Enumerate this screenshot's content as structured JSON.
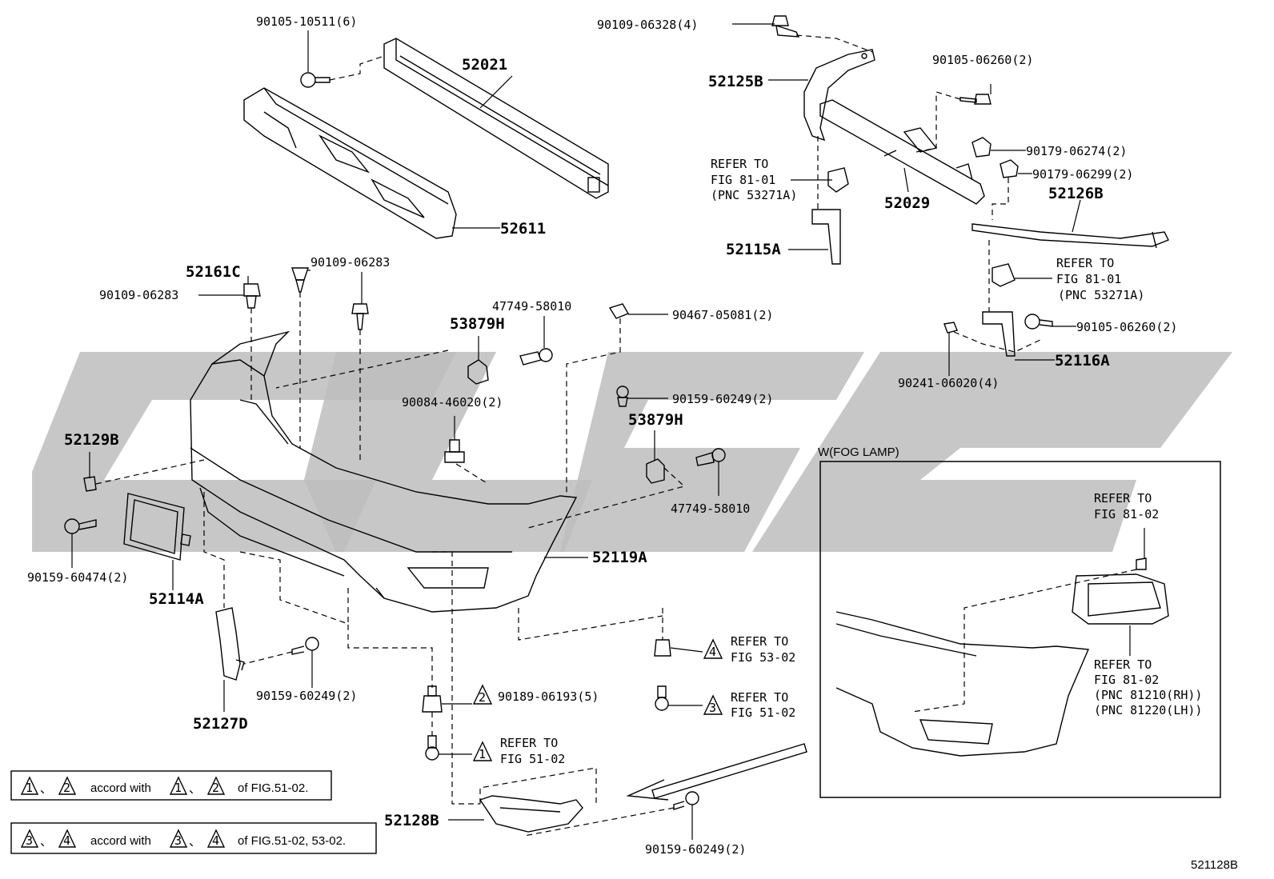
{
  "diagram_id": "521128B",
  "inset": {
    "title": "W(FOG LAMP)"
  },
  "parts": {
    "p52021": "52021",
    "p52611": "52611",
    "p90105_10511": "90105-10511(6)",
    "p90109_06328": "90109-06328(4)",
    "p52125B": "52125B",
    "p90105_06260a": "90105-06260(2)",
    "p90179_06274": "90179-06274(2)",
    "p90179_06299": "90179-06299(2)",
    "p52126B": "52126B",
    "p52029": "52029",
    "p52115A": "52115A",
    "p52161C": "52161C",
    "p90109_06283a": "90109-06283",
    "p90109_06283b": "90109-06283",
    "p47749_58010a": "47749-58010",
    "p53879Ha": "53879H",
    "p90467_05081": "90467-05081(2)",
    "p90105_06260b": "90105-06260(2)",
    "p52116A": "52116A",
    "p90241_06020": "90241-06020(4)",
    "p90084_46020": "90084-46020(2)",
    "p90159_60249a": "90159-60249(2)",
    "p53879Hb": "53879H",
    "p47749_58010b": "47749-58010",
    "p52129B": "52129B",
    "p90159_60474": "90159-60474(2)",
    "p52114A": "52114A",
    "p52119A": "52119A",
    "p90159_60249b": "90159-60249(2)",
    "p52127D": "52127D",
    "p90189_06193": "90189-06193(5)",
    "p52128B": "52128B",
    "p90159_60249c": "90159-60249(2)"
  },
  "refers": {
    "r1": [
      "REFER TO",
      "FIG 81-01",
      "(PNC 53271A)"
    ],
    "r2": [
      "REFER TO",
      "FIG 81-01",
      "(PNC 53271A)"
    ],
    "r4": [
      "REFER TO",
      "FIG 53-02"
    ],
    "r3": [
      "REFER TO",
      "FIG 51-02"
    ],
    "r1b": [
      "REFER TO",
      "FIG 51-02"
    ],
    "fog1": [
      "REFER TO",
      "FIG 81-02"
    ],
    "fog2": [
      "REFER TO",
      "FIG 81-02",
      "(PNC 81210(RH))",
      "(PNC 81220(LH))"
    ]
  },
  "markers": {
    "m1": "1",
    "m2": "2",
    "m3": "3",
    "m4": "4"
  },
  "notes": {
    "n1": {
      "a": "1",
      "b": "2",
      "text1": "accord with",
      "c": "1",
      "d": "2",
      "text2": "of FIG.51-02."
    },
    "n2": {
      "a": "3",
      "b": "4",
      "text1": "accord with",
      "c": "3",
      "d": "4",
      "text2": "of FIG.51-02, 53-02."
    },
    "sep": "、"
  }
}
